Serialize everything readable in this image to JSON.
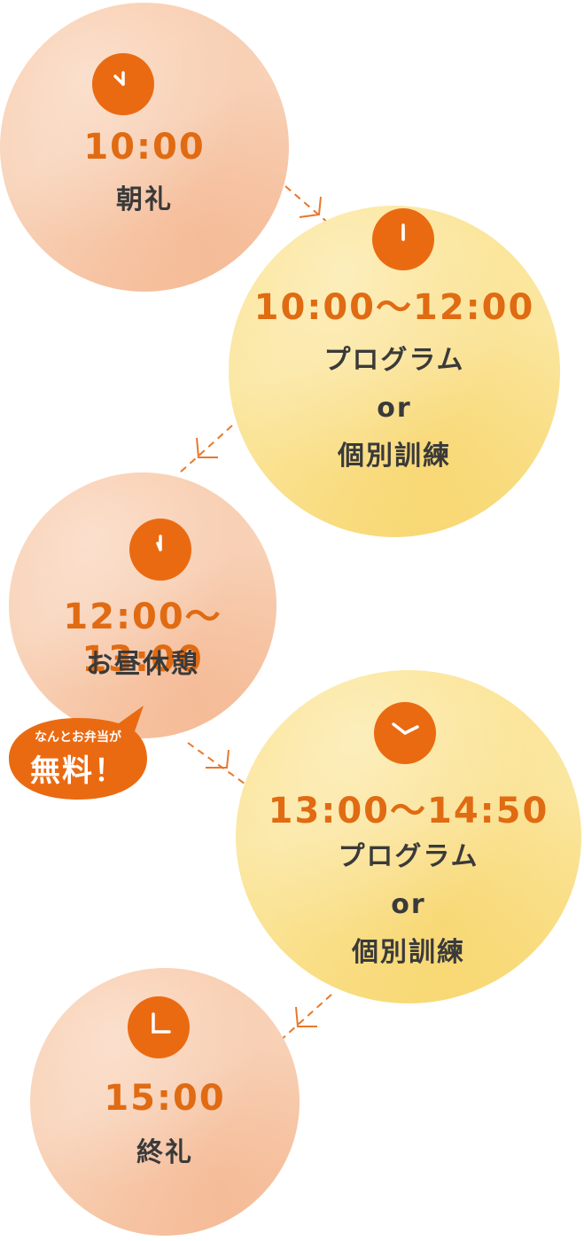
{
  "steps": [
    {
      "time": "10:00",
      "label_lines": [
        "朝礼"
      ],
      "color": "peach",
      "clock_icon": "clock-icon"
    },
    {
      "time": "10:00〜12:00",
      "label_lines": [
        "プログラム",
        "or",
        "個別訓練"
      ],
      "color": "yellow",
      "clock_icon": "clock-icon"
    },
    {
      "time": "12:00〜13:00",
      "label_lines": [
        "お昼休憩"
      ],
      "color": "peach",
      "clock_icon": "clock-icon"
    },
    {
      "time": "13:00〜14:50",
      "label_lines": [
        "プログラム",
        "or",
        "個別訓練"
      ],
      "color": "yellow",
      "clock_icon": "clock-icon"
    },
    {
      "time": "15:00",
      "label_lines": [
        "終礼"
      ],
      "color": "peach",
      "clock_icon": "clock-icon"
    }
  ],
  "bubble": {
    "small": "なんとお弁当が",
    "big": "無料！"
  },
  "colors": {
    "accent": "#ea6a12",
    "time_text": "#e06b12",
    "label_text": "#3a3a3a",
    "peach": "#f8cfb2",
    "yellow": "#fbe49a"
  }
}
